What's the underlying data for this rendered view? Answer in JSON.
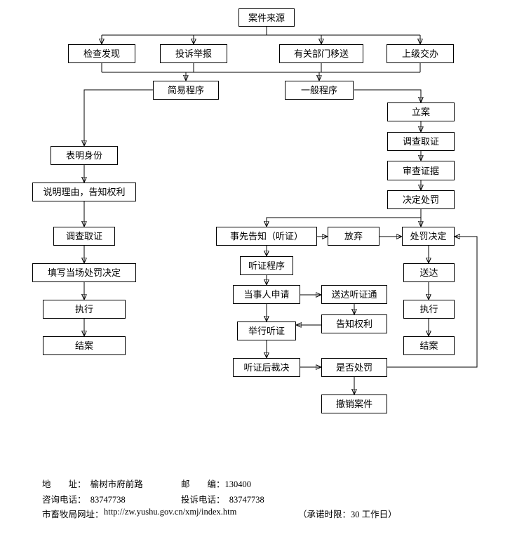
{
  "nodes": {
    "case_source": "案件来源",
    "inspection": "检查发现",
    "complaint_report": "投诉举报",
    "dept_transfer": "有关部门移送",
    "superior_assign": "上级交办",
    "simple_procedure": "简易程序",
    "general_procedure": "一般程序",
    "show_identity": "表明身份",
    "explain_reasons": "说明理由，告知权利",
    "investigate_left": "调查取证",
    "fill_onsite_decision": "填写当场处罚决定",
    "execute_left": "执行",
    "close_left": "结案",
    "file_case": "立案",
    "investigate_right": "调查取证",
    "review_evidence": "审查证据",
    "decide_penalty": "决定处罚",
    "prior_notice_hearing": "事先告知（听证）",
    "waive": "放弃",
    "penalty_decision": "处罚决定",
    "hearing_procedure": "听证程序",
    "party_apply": "当事人申请",
    "deliver_hearing_notice": "送达听证通",
    "inform_rights": "告知权利",
    "hold_hearing": "举行听证",
    "post_hearing_ruling": "听证后裁决",
    "whether_penalize": "是否处罚",
    "revoke_case": "撤销案件",
    "deliver": "送达",
    "execute_right": "执行",
    "close_right": "结案"
  },
  "footer": {
    "row1_left": "地　　址：  榆树市府前路",
    "row1_right": "邮　　编：130400",
    "row2_left": "咨询电话：  83747738",
    "row2_right": "投诉电话：  83747738",
    "row3_label": "市畜牧局网址：",
    "row3_url": "http://zw.yushu.gov.cn/xmj/index.htm",
    "row3_promise": "（承诺时限：30 工作日）"
  }
}
